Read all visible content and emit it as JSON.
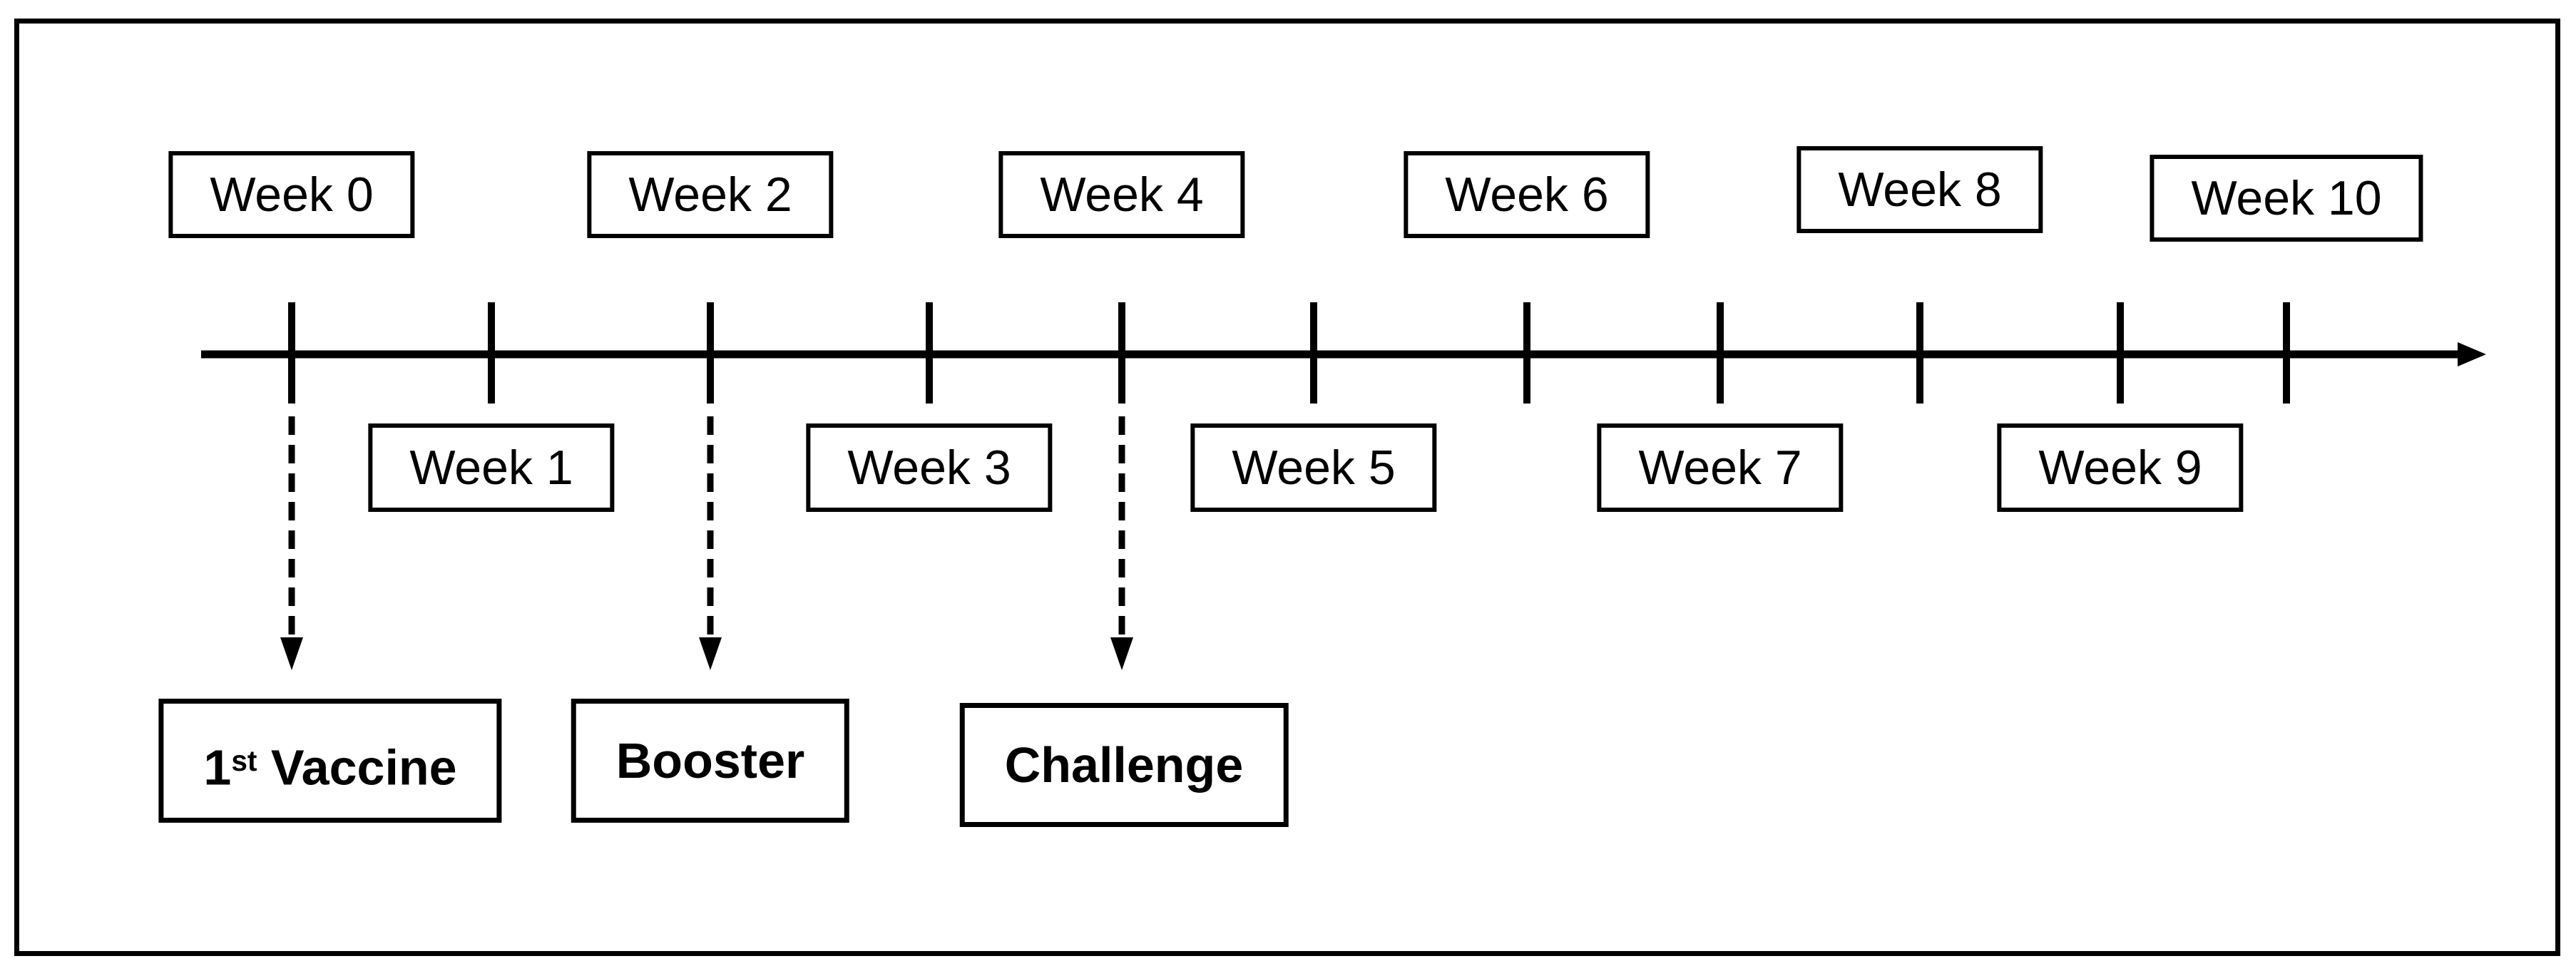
{
  "diagram": {
    "type": "timeline",
    "unit": "weeks",
    "background_color": "#ffffff",
    "ink_color": "#000000",
    "axis": {
      "direction": "right",
      "tick_count": 11,
      "arrowhead_icon": "right-arrowhead-icon"
    },
    "event_connector": {
      "style": "dashed",
      "arrowhead_icon": "down-arrowhead-icon"
    }
  },
  "timeline": {
    "weeks": [
      {
        "week": 0,
        "label": "Week 0",
        "row": "above"
      },
      {
        "week": 1,
        "label": "Week 1",
        "row": "below"
      },
      {
        "week": 2,
        "label": "Week 2",
        "row": "above"
      },
      {
        "week": 3,
        "label": "Week 3",
        "row": "below"
      },
      {
        "week": 4,
        "label": "Week 4",
        "row": "above"
      },
      {
        "week": 5,
        "label": "Week 5",
        "row": "below"
      },
      {
        "week": 6,
        "label": "Week 6",
        "row": "above"
      },
      {
        "week": 7,
        "label": "Week 7",
        "row": "below"
      },
      {
        "week": 8,
        "label": "Week 8",
        "row": "above"
      },
      {
        "week": 9,
        "label": "Week 9",
        "row": "below"
      },
      {
        "week": 10,
        "label": "Week 10",
        "row": "above"
      }
    ]
  },
  "events": [
    {
      "name": "first-vaccine",
      "week": 0,
      "label": "1st Vaccine",
      "label_parts": {
        "base": "1",
        "superscript": "st",
        "rest": " Vaccine"
      }
    },
    {
      "name": "booster",
      "week": 2,
      "label": "Booster"
    },
    {
      "name": "challenge",
      "week": 4,
      "label": "Challenge"
    }
  ]
}
